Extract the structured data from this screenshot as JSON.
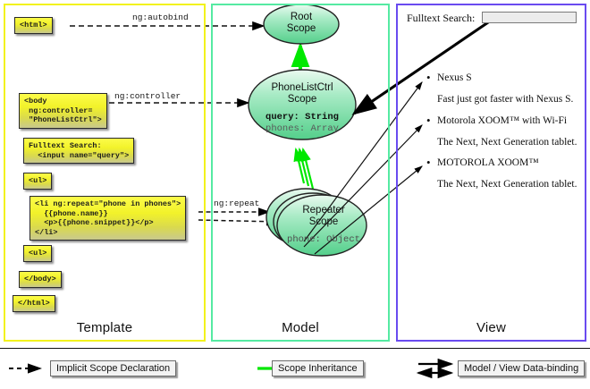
{
  "panels": {
    "template": {
      "label": "Template",
      "border_color": "#f2f21c"
    },
    "model": {
      "label": "Model",
      "border_color": "#55eaa2"
    },
    "view": {
      "label": "View",
      "border_color": "#6a4bf0"
    }
  },
  "template_boxes": [
    {
      "id": "html-open",
      "text": "<html>"
    },
    {
      "id": "body-open",
      "text": "<body\n ng:controller=\n \"PhoneListCtrl\">"
    },
    {
      "id": "fulltext",
      "text": "Fulltext Search:\n  <input name=\"query\">"
    },
    {
      "id": "ul-open",
      "text": "<ul>"
    },
    {
      "id": "li-repeat",
      "text": "<li ng:repeat=\"phone in phones\">\n  {{phone.name}}\n  <p>{{phone.snippet}}</p>\n</li>"
    },
    {
      "id": "ul-close",
      "text": "<ul>"
    },
    {
      "id": "body-close",
      "text": "</body>"
    },
    {
      "id": "html-close",
      "text": "</html>"
    }
  ],
  "connector_labels": {
    "autobind": "ng:autobind",
    "controller": "ng:controller",
    "repeat": "ng:repeat"
  },
  "model_scopes": [
    {
      "id": "root-scope",
      "title_line1": "Root",
      "title_line2": "Scope",
      "props": []
    },
    {
      "id": "phonelist-scope",
      "title_line1": "PhoneListCtrl",
      "title_line2": "Scope",
      "props": [
        {
          "text": "query: String",
          "bold": true
        },
        {
          "text": "phones: Array",
          "bold": false
        }
      ]
    },
    {
      "id": "repeater-scope",
      "title_line1": "Repeater",
      "title_line2": "Scope",
      "props": [
        {
          "text": "phone: Object",
          "bold": false
        }
      ]
    }
  ],
  "view": {
    "fulltext_label": "Fulltext Search:",
    "search_value": "",
    "search_placeholder": "",
    "items": [
      {
        "name": "Nexus S",
        "snippet": "Fast just got faster with Nexus S."
      },
      {
        "name": "Motorola XOOM™  with Wi-Fi",
        "snippet": "The Next, Next Generation tablet."
      },
      {
        "name": "MOTOROLA XOOM™",
        "snippet": "The Next, Next Generation tablet."
      }
    ]
  },
  "legend": [
    {
      "id": "implicit-scope-declaration",
      "label": "Implicit Scope Declaration",
      "style": "dashed-black-arrow"
    },
    {
      "id": "scope-inheritance",
      "label": "Scope Inheritance",
      "style": "solid-green-arrow"
    },
    {
      "id": "model-view-data-binding",
      "label": "Model / View Data-binding",
      "style": "double-black-arrow"
    }
  ],
  "colors": {
    "template_border": "#f2f21c",
    "model_border": "#55eaa2",
    "view_border": "#6a4bf0",
    "scope_fill_top": "#e3f8ec",
    "scope_fill_bottom": "#5fd693",
    "inheritance_arrow": "#00e800",
    "code_box_fill": "#f2f22a"
  }
}
